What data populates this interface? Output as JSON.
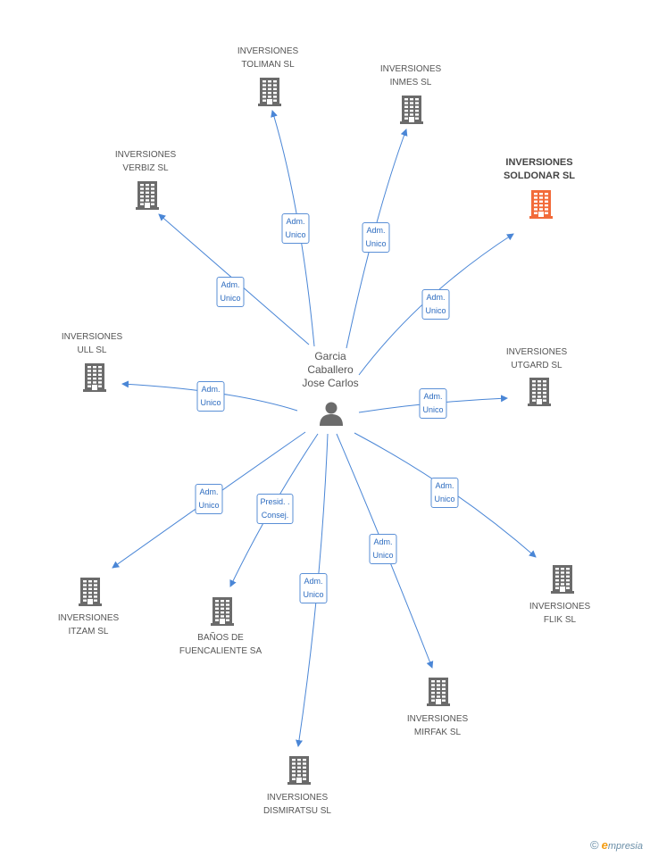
{
  "center": {
    "name": "Garcia\nCaballero\nJose Carlos",
    "icon": "person-icon"
  },
  "colors": {
    "edge": "#4a86d6",
    "building": "#6b6b6b",
    "building_highlight": "#f26b3a"
  },
  "nodes": [
    {
      "name": "INVERSIONES\nTOLIMAN SL",
      "role": "Adm.\nUnico",
      "highlight": false
    },
    {
      "name": "INVERSIONES\nINMES SL",
      "role": "Adm.\nUnico",
      "highlight": false
    },
    {
      "name": "INVERSIONES\nSOLDONAR SL",
      "role": "Adm.\nUnico",
      "highlight": true
    },
    {
      "name": "INVERSIONES\nVERBIZ SL",
      "role": "Adm.\nUnico",
      "highlight": false
    },
    {
      "name": "INVERSIONES\nULL SL",
      "role": "Adm.\nUnico",
      "highlight": false
    },
    {
      "name": "INVERSIONES\nUTGARD SL",
      "role": "Adm.\nUnico",
      "highlight": false
    },
    {
      "name": "INVERSIONES\nITZAM SL",
      "role": "Adm.\nUnico",
      "highlight": false
    },
    {
      "name": "BAÑOS DE\nFUENCALIENTE SA",
      "role": "Presid. .\nConsej.",
      "highlight": false
    },
    {
      "name": "INVERSIONES\nDISMIRATSU SL",
      "role": "Adm.\nUnico",
      "highlight": false
    },
    {
      "name": "INVERSIONES\nMIRFAK SL",
      "role": "Adm.\nUnico",
      "highlight": false
    },
    {
      "name": "INVERSIONES\nFLIK SL",
      "role": "Adm.\nUnico",
      "highlight": false
    }
  ],
  "footer": {
    "copyright": "©",
    "brand_initial": "e",
    "brand_rest": "mpresia"
  }
}
